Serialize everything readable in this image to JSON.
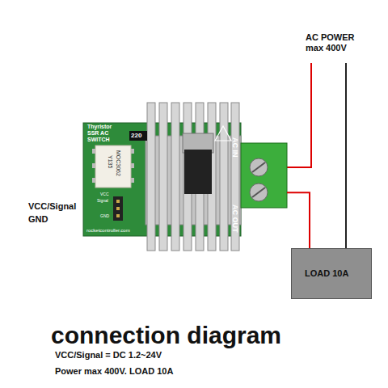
{
  "diagram": {
    "title": "connection diagram",
    "nodes": [
      {
        "text": [
          "Thyristor SSR AC SWITCH"
        ]
      },
      {
        "text": [
          "LOAD 10A"
        ]
      }
    ],
    "edges": [
      {
        "from": 0,
        "to": 1,
        "arrow": "none"
      }
    ],
    "labels": [
      "AC POWER max 400V",
      "VCC/Signal",
      "GND",
      "220",
      "MOC3062",
      "Y135",
      "VCC",
      "Signal",
      "GND",
      "rocketcontroller.com",
      "AC IN",
      "AC OUT",
      "VCC/Signal = DC 1.2~24V",
      "Power max 400V. LOAD 10A"
    ]
  }
}
